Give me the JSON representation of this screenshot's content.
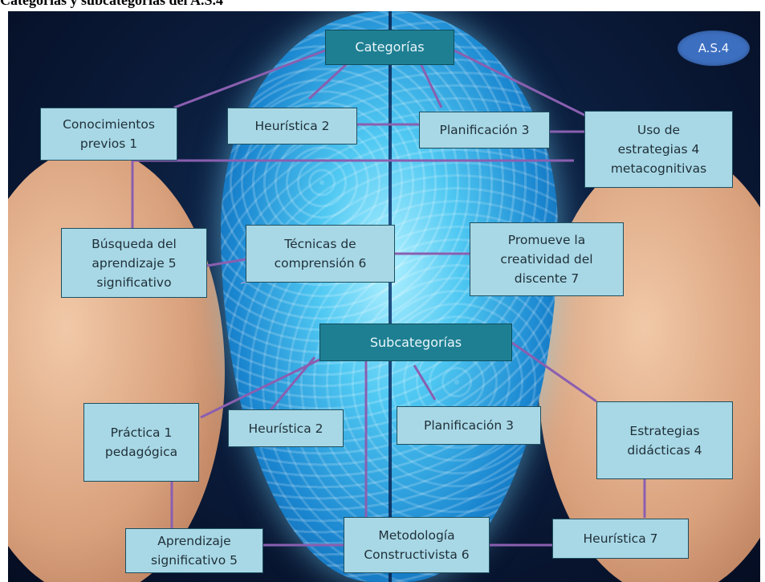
{
  "title": "Categorías y subcategorías del A.S.4",
  "badge": "A.S.4",
  "categories": {
    "header": "Categorías",
    "items": {
      "conocimientos_previos": "Conocimientos\nprevios 1",
      "heuristica": "Heurística 2",
      "planificacion": "Planificación 3",
      "uso_estrategias": "Uso de\nestrategias 4\nmetacognitivas",
      "busqueda_aprendizaje": "Búsqueda del\naprendizaje 5\nsignificativo",
      "tecnicas_comprension": "Técnicas de\ncomprensión 6",
      "promueve_creatividad": "Promueve la\ncreatividad del\ndiscente 7"
    }
  },
  "subcategories": {
    "header": "Subcategorías",
    "items": {
      "practica_pedagogica": "Práctica 1\npedagógica",
      "heuristica": "Heurística 2",
      "planificacion": "Planificación 3",
      "estrategias_didacticas": "Estrategias\ndidácticas 4",
      "aprendizaje_significativo": "Aprendizaje\nsignificativo 5",
      "metodologia_constructivista": "Metodología\nConstructivista 6",
      "heuristica_7": "Heurística 7"
    }
  },
  "colors": {
    "box_fill": "#a8d8e6",
    "header_fill": "#1f7f92",
    "connector": "#8a5fb0",
    "badge_fill": "#3d6fc0"
  }
}
